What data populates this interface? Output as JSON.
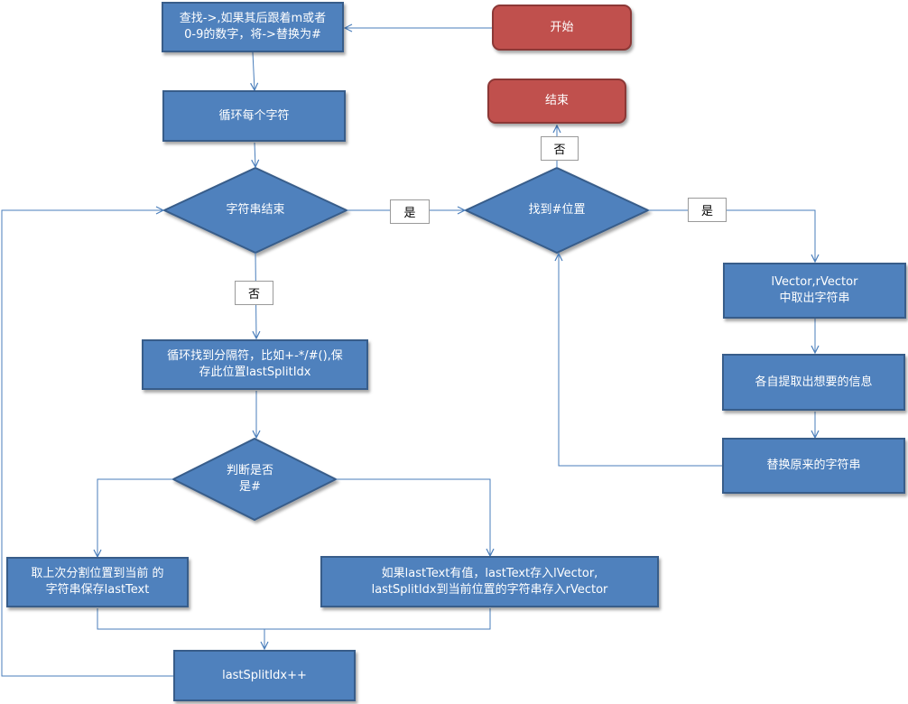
{
  "nodes": {
    "start": "开始",
    "end": "结束",
    "replace_arrow": "查找->,如果其后跟着m或者\n0-9的数字，将->替换为#",
    "loop_chars": "循环每个字符",
    "string_end": "字符串结束",
    "find_hash": "找到#位置",
    "extract_vectors": "lVector,rVector\n中取出字符串",
    "extract_info": "各自提取出想要的信息",
    "replace_original": "替换原来的字符串",
    "find_separator": "循环找到分隔符，比如+-*/#(),保\n存此位置lastSplitIdx",
    "is_hash": "判断是否\n是#",
    "take_last_text": "取上次分割位置到当前 的\n字符串保存lastText",
    "store_vectors": "如果lastText有值，lastText存入lVector,\nlastSplitIdx到当前位置的字符串存入rVector",
    "increment": "lastSplitIdx++"
  },
  "edge_labels": {
    "string_end_yes": "是",
    "string_end_no": "否",
    "find_hash_yes": "是",
    "find_hash_no": "否"
  },
  "colors": {
    "process_fill": "#4f81bd",
    "process_border": "#385d8a",
    "terminal_fill": "#c0504d",
    "terminal_border": "#8c3836",
    "connector": "#4a7ebb"
  }
}
